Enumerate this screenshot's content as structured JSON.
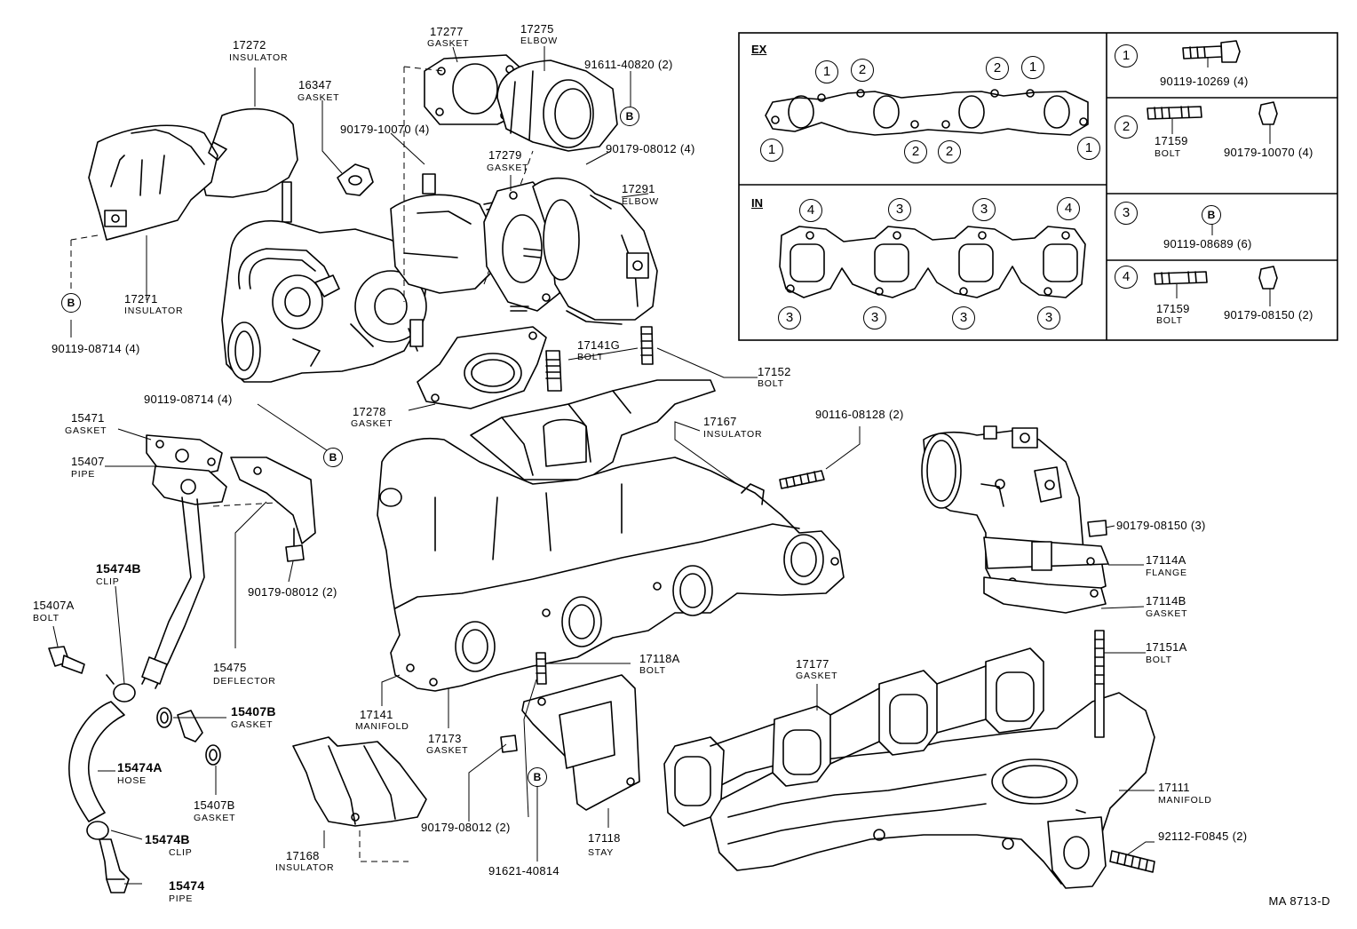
{
  "diagram_code": "MA 8713-D",
  "parts": [
    {
      "number": "17272",
      "name": "INSULATOR"
    },
    {
      "number": "16347",
      "name": "GASKET"
    },
    {
      "number": "17277",
      "name": "GASKET"
    },
    {
      "number": "17275",
      "name": "ELBOW"
    },
    {
      "number": "91611-40820 (2)",
      "name": ""
    },
    {
      "number": "90179-10070 (4)",
      "name": ""
    },
    {
      "number": "90179-08012 (4)",
      "name": ""
    },
    {
      "number": "17279",
      "name": "GASKET"
    },
    {
      "number": "17291",
      "name": "ELBOW"
    },
    {
      "number": "17271",
      "name": "INSULATOR"
    },
    {
      "number": "90119-08714 (4)",
      "name": ""
    },
    {
      "number": "17141G",
      "name": "BOLT"
    },
    {
      "number": "17152",
      "name": "BOLT"
    },
    {
      "number": "17278",
      "name": "GASKET"
    },
    {
      "number": "90119-08714 (4)",
      "name": ""
    },
    {
      "number": "15471",
      "name": "GASKET"
    },
    {
      "number": "15407",
      "name": "PIPE"
    },
    {
      "number": "17167",
      "name": "INSULATOR"
    },
    {
      "number": "90116-08128 (2)",
      "name": ""
    },
    {
      "number": "90179-08150 (3)",
      "name": ""
    },
    {
      "number": "17114A",
      "name": "FLANGE"
    },
    {
      "number": "17114B",
      "name": "GASKET"
    },
    {
      "number": "15474B",
      "name": "CLIP"
    },
    {
      "number": "90179-08012 (2)",
      "name": ""
    },
    {
      "number": "15407A",
      "name": "BOLT"
    },
    {
      "number": "15475",
      "name": "DEFLECTOR"
    },
    {
      "number": "17118A",
      "name": "BOLT"
    },
    {
      "number": "17151A",
      "name": "BOLT"
    },
    {
      "number": "17177",
      "name": "GASKET"
    },
    {
      "number": "15407B",
      "name": "GASKET"
    },
    {
      "number": "17141",
      "name": "MANIFOLD"
    },
    {
      "number": "17173",
      "name": "GASKET"
    },
    {
      "number": "15474A",
      "name": "HOSE"
    },
    {
      "number": "17111",
      "name": "MANIFOLD"
    },
    {
      "number": "15407B",
      "name": "GASKET"
    },
    {
      "number": "92112-F0845 (2)",
      "name": ""
    },
    {
      "number": "15474B",
      "name": "CLIP"
    },
    {
      "number": "17168",
      "name": "INSULATOR"
    },
    {
      "number": "90179-08012 (2)",
      "name": ""
    },
    {
      "number": "17118",
      "name": "STAY"
    },
    {
      "number": "91621-40814",
      "name": ""
    },
    {
      "number": "15474",
      "name": "PIPE"
    }
  ],
  "gasket_box": {
    "ex": {
      "heading": "EX",
      "top_marks": [
        "1",
        "2",
        "2",
        "1"
      ],
      "bottom_marks": [
        "1",
        "2",
        "2",
        "1"
      ]
    },
    "in": {
      "heading": "IN",
      "top_marks": [
        "4",
        "3",
        "3",
        "4"
      ],
      "bottom_marks": [
        "3",
        "3",
        "3",
        "3"
      ]
    }
  },
  "fastener_legend": [
    {
      "mark": "1",
      "parts": [
        {
          "number": "90119-10269 (4)",
          "name": ""
        }
      ]
    },
    {
      "mark": "2",
      "parts": [
        {
          "number": "17159",
          "name": "BOLT"
        },
        {
          "number": "90179-10070 (4)",
          "name": ""
        }
      ]
    },
    {
      "mark": "3",
      "badge": "B",
      "parts": [
        {
          "number": "90119-08689 (6)",
          "name": ""
        }
      ]
    },
    {
      "mark": "4",
      "parts": [
        {
          "number": "17159",
          "name": "BOLT"
        },
        {
          "number": "90179-08150 (2)",
          "name": ""
        }
      ]
    }
  ],
  "ref_marks": [
    "B",
    "B",
    "B",
    "B"
  ]
}
